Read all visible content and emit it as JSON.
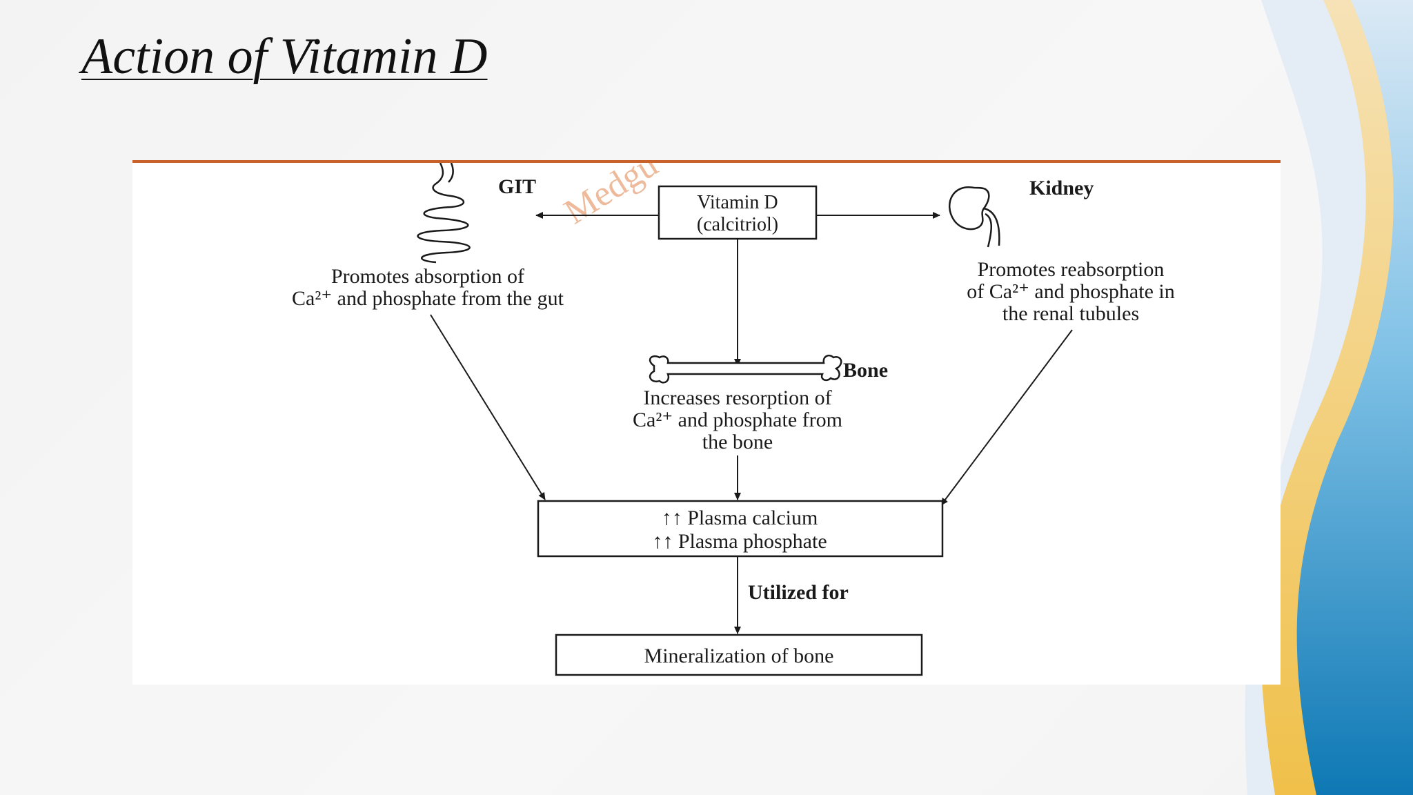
{
  "slide": {
    "title": "Action of Vitamin D"
  },
  "colors": {
    "frame_accent": "#c8622a",
    "watermark": "#e7a37a",
    "curve_blue": "#1f8fc8",
    "curve_gold": "#f2c74a"
  },
  "diagram": {
    "watermark": "Medgu",
    "center": {
      "line1": "Vitamin D",
      "line2": "(calcitriol)"
    },
    "git": {
      "label": "GIT",
      "icon": "intestine-icon",
      "line1": "Promotes absorption of",
      "line2": "Ca²⁺ and phosphate from the gut"
    },
    "kidney": {
      "label": "Kidney",
      "icon": "kidney-icon",
      "line1": "Promotes reabsorption",
      "line2": "of Ca²⁺ and phosphate in",
      "line3": "the renal tubules"
    },
    "bone": {
      "label": "Bone",
      "icon": "bone-icon",
      "line1": "Increases resorption of",
      "line2": "Ca²⁺ and phosphate from",
      "line3": "the bone"
    },
    "plasma": {
      "line1": "↑↑ Plasma calcium",
      "line2": "↑↑ Plasma phosphate"
    },
    "utilized": "Utilized for",
    "result": "Mineralization of bone"
  }
}
